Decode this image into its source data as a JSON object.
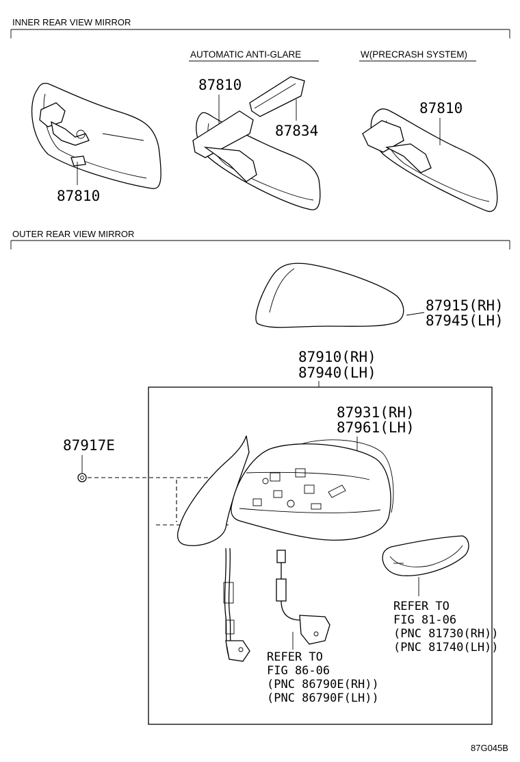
{
  "sections": {
    "inner": "INNER REAR VIEW MIRROR",
    "outer": "OUTER REAR VIEW MIRROR"
  },
  "subtitles": {
    "anti_glare": "AUTOMATIC ANTI-GLARE",
    "precrash": "W(PRECRASH SYSTEM)"
  },
  "parts": {
    "inner_mirror_basic": "87810",
    "inner_mirror_antiglare": "87810",
    "antiglare_cover": "87834",
    "inner_mirror_precrash": "87810",
    "outer_cover_rh": "87915(RH)",
    "outer_cover_lh": "87945(LH)",
    "outer_assy_rh": "87910(RH)",
    "outer_assy_lh": "87940(LH)",
    "outer_sub_rh": "87931(RH)",
    "outer_sub_lh": "87961(LH)",
    "clip": "87917E"
  },
  "notes": {
    "turn_signal": [
      "REFER TO",
      "FIG 81-06",
      "(PNC 81730(RH))",
      "(PNC 81740(LH))"
    ],
    "harness": [
      "REFER TO",
      "FIG 86-06",
      "(PNC 86790E(RH))",
      "(PNC 86790F(LH))"
    ]
  },
  "figure_code": "87G045B"
}
